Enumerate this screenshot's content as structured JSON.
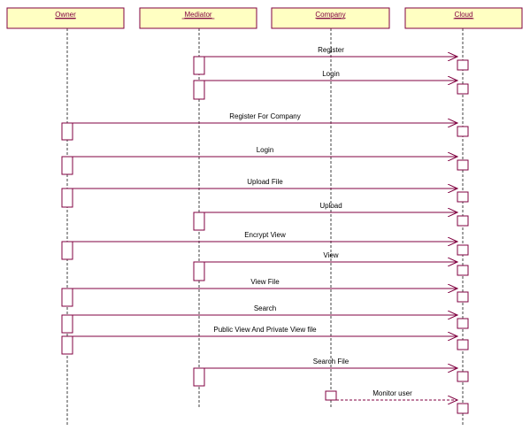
{
  "lifelines": [
    {
      "id": "owner",
      "name": "Owner"
    },
    {
      "id": "mediator",
      "name": "Mediator"
    },
    {
      "id": "company",
      "name": "Company"
    },
    {
      "id": "cloud",
      "name": "Cloud"
    }
  ],
  "messages": [
    {
      "id": "register",
      "label": "Register",
      "from": "mediator",
      "to": "cloud",
      "style": "solid"
    },
    {
      "id": "login-mediator",
      "label": "Login",
      "from": "mediator",
      "to": "cloud",
      "style": "solid"
    },
    {
      "id": "register-for-company",
      "label": "Register For Company",
      "from": "owner",
      "to": "cloud",
      "style": "solid"
    },
    {
      "id": "login-owner",
      "label": "Login",
      "from": "owner",
      "to": "cloud",
      "style": "solid"
    },
    {
      "id": "upload-file",
      "label": "Upload File",
      "from": "owner",
      "to": "cloud",
      "style": "solid"
    },
    {
      "id": "upload",
      "label": "Upload",
      "from": "mediator",
      "to": "cloud",
      "style": "solid"
    },
    {
      "id": "encrypt-view",
      "label": "Encrypt View",
      "from": "owner",
      "to": "cloud",
      "style": "solid"
    },
    {
      "id": "view",
      "label": "View",
      "from": "mediator",
      "to": "cloud",
      "style": "solid"
    },
    {
      "id": "view-file",
      "label": "View File",
      "from": "owner",
      "to": "cloud",
      "style": "solid"
    },
    {
      "id": "search",
      "label": "Search",
      "from": "owner",
      "to": "cloud",
      "style": "solid"
    },
    {
      "id": "public-private-view",
      "label": "Public View And Private View file",
      "from": "owner",
      "to": "cloud",
      "style": "solid"
    },
    {
      "id": "search-file",
      "label": "Search File",
      "from": "mediator",
      "to": "cloud",
      "style": "solid"
    },
    {
      "id": "monitor-user",
      "label": "Monitor user",
      "from": "company",
      "to": "cloud",
      "style": "dashed"
    }
  ],
  "colors": {
    "header_fill": "#ffffc2",
    "header_border": "#800040",
    "header_text": "#800040",
    "message_line": "#800040",
    "activation_border": "#800040",
    "activation_fill": "#ffffff",
    "lifeline": "#404040",
    "label_text": "#000000"
  }
}
